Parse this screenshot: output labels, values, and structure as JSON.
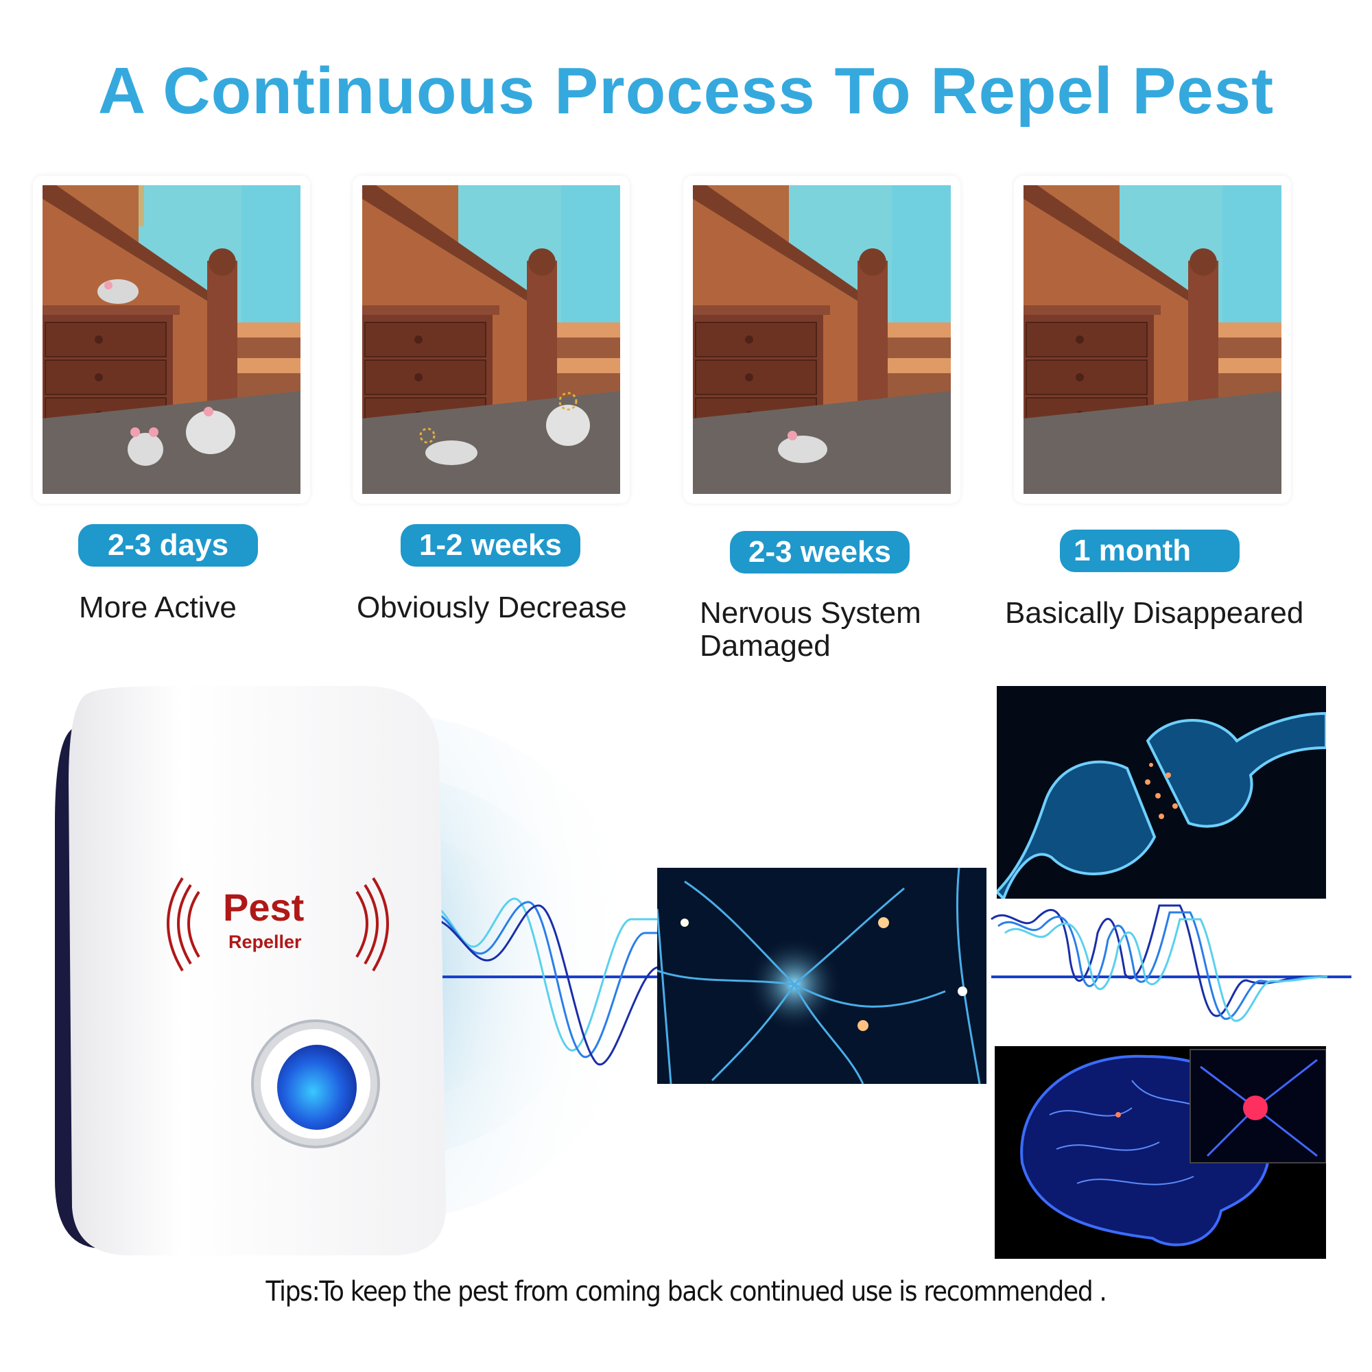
{
  "header": {
    "title": "A Continuous Process To Repel Pest",
    "title_color": "#35a9dd"
  },
  "stages": [
    {
      "duration": "2-3 days",
      "caption": "More Active",
      "mice_count": 3
    },
    {
      "duration": "1-2 weeks",
      "caption": "Obviously Decrease",
      "mice_count": 2
    },
    {
      "duration": "2-3 weeks",
      "caption": "Nervous System Damaged",
      "caption_line1": "Nervous System",
      "caption_line2": "Damaged",
      "mice_count": 1
    },
    {
      "duration": "1 month",
      "caption": "Basically Disappeared",
      "mice_count": 0
    }
  ],
  "pill_color": "#1f98cc",
  "device": {
    "brand": "Pest",
    "subtitle": "Repeller",
    "logo_color": "#b01818",
    "indicator_color": "#1f5fe0"
  },
  "images": {
    "neuron": "neuron-network-image",
    "synapse": "synapse-image",
    "brain": "brain-image"
  },
  "footer": {
    "tips": "Tips:To keep the pest from coming back continued use is recommended ."
  }
}
